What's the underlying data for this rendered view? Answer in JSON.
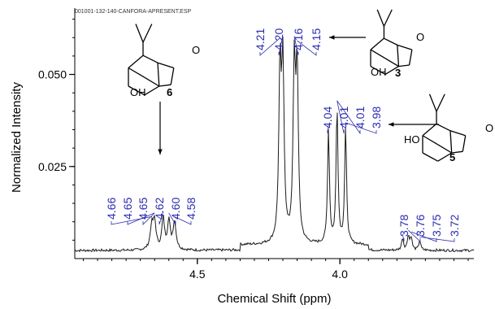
{
  "file_label": "001001-132-140-CANFORA-APRESENT.ESP",
  "chart_data": {
    "type": "line",
    "xlabel": "Chemical Shift (ppm)",
    "ylabel": "Normalized Intensity",
    "xlim": [
      4.93,
      3.53
    ],
    "ylim": [
      0.0,
      0.068
    ],
    "x_reversed": true,
    "x_ticks": [
      4.5,
      4.0
    ],
    "x_tick_labels": [
      "4.5",
      "4.0"
    ],
    "y_ticks": [
      0.025,
      0.05
    ],
    "y_tick_labels": [
      "0.025",
      "0.050"
    ],
    "series": [
      {
        "peaks": [
          {
            "x": 4.66,
            "y": 0.0105
          },
          {
            "x": 4.65,
            "y": 0.0115
          },
          {
            "x": 4.62,
            "y": 0.0118
          },
          {
            "x": 4.6,
            "y": 0.0115
          },
          {
            "x": 4.58,
            "y": 0.0105
          },
          {
            "x": 4.21,
            "y": 0.0575
          },
          {
            "x": 4.2,
            "y": 0.0585
          },
          {
            "x": 4.16,
            "y": 0.058
          },
          {
            "x": 4.15,
            "y": 0.0568
          },
          {
            "x": 4.04,
            "y": 0.034
          },
          {
            "x": 4.01,
            "y": 0.0405
          },
          {
            "x": 3.98,
            "y": 0.0345
          },
          {
            "x": 3.78,
            "y": 0.0058
          },
          {
            "x": 3.76,
            "y": 0.0068
          },
          {
            "x": 3.75,
            "y": 0.0064
          },
          {
            "x": 3.72,
            "y": 0.005
          }
        ]
      }
    ],
    "peak_label_groups": [
      {
        "labels": [
          "4.66",
          "4.65",
          "4.65",
          "4.62",
          "4.60",
          "4.58"
        ]
      },
      {
        "labels": [
          "4.21",
          "4.20",
          "4.16",
          "4.15"
        ]
      },
      {
        "labels": [
          "4.04",
          "4.01",
          "4.01",
          "3.98"
        ]
      },
      {
        "labels": [
          "3.78",
          "3.76",
          "3.75",
          "3.72"
        ]
      }
    ],
    "compounds": [
      {
        "number": "6",
        "substituent": "OH"
      },
      {
        "number": "3",
        "substituent": "OH"
      },
      {
        "number": "5",
        "substituent": "HO"
      }
    ],
    "colors": {
      "spectrum": "#1a1a1a",
      "peak_labels": "#2b2bb0",
      "axis": "#000000"
    }
  }
}
